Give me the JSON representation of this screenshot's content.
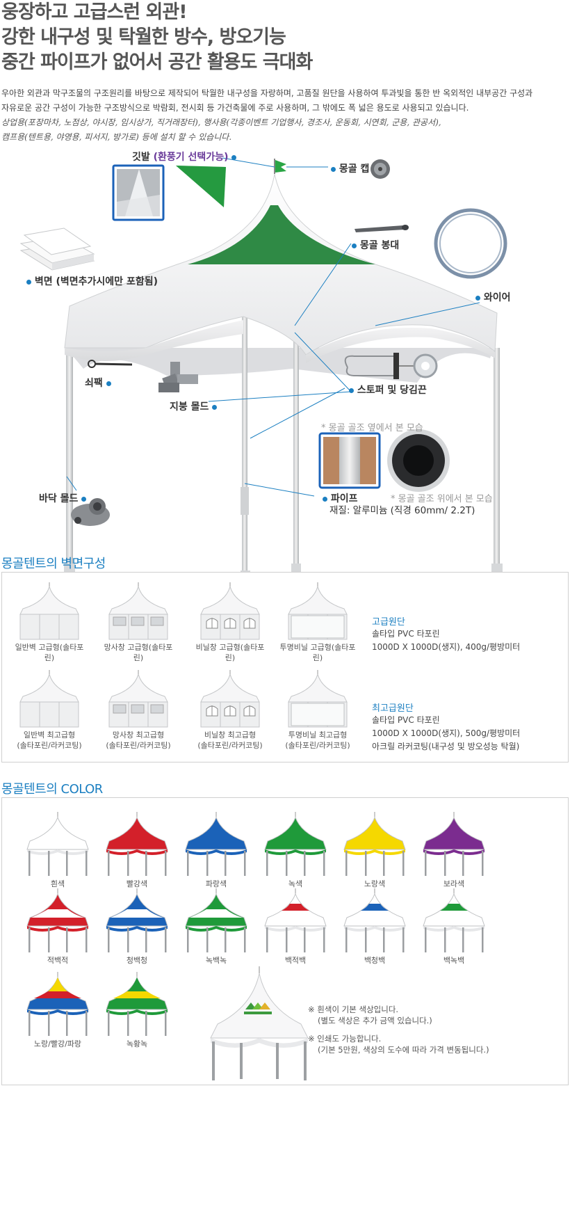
{
  "headline": [
    "웅장하고 고급스런 외관!",
    "강한 내구성 및 탁월한 방수, 방오기능",
    "중간 파이프가 없어서 공간 활용도 극대화"
  ],
  "intro": [
    "우아한 외관과 막구조물의 구조원리를 바탕으로 제작되어 탁월한 내구성을 자랑하며, 고품질 원단을 사용하여 투과빛을 통한 반 옥외적인 내부공간 구성과",
    "자유로운 공간 구성이 가능한 구조방식으로 박람회, 전시회 등 가건축물에 주로 사용하며, 그 밖에도 폭 넓은 용도로 사용되고 있습니다."
  ],
  "uses": [
    "상업용(포장마차, 노점상, 야시장, 임시상가, 직거래장터), 행사용(각종이벤트 기업행사, 경조사, 운동회, 시연회, 군용, 관공서),",
    "캠프용(텐트용, 야영용, 피서지, 방가로) 등에 설치 할 수 있습니다."
  ],
  "diagram": {
    "flag": {
      "label": "깃발 ",
      "highlight": "(환풍기 선택가능)"
    },
    "cap": "몽골 캡",
    "rod": "몽골 봉대",
    "wall": "벽면 (벽면추가시에만 포함됨)",
    "wire": "와이어",
    "peg": "쇠팩",
    "roof_mold": "지붕 몰드",
    "stopper": "스토퍼 및 당김끈",
    "side_note": "* 몽골 골조 옆에서 본 모습",
    "top_note": "* 몽골 골조 위에서 본 모습",
    "pipe": "파이프",
    "pipe_material": "재질: 알루미늄 (직경 60mm/ 2.2T)",
    "floor_mold": "바닥 몰드"
  },
  "walls": {
    "title": "몽골텐트의 벽면구성",
    "row1": [
      "일반벽 고급형(솔타포린)",
      "망사창 고급형(솔타포린)",
      "비닐창 고급형(솔타포린)",
      "투명비닐 고급형(솔타포린)"
    ],
    "row2": [
      [
        "일반벽 최고급형",
        "(솔타포린/라커코팅)"
      ],
      [
        "망사창 최고급형",
        "(솔타포린/라커코팅)"
      ],
      [
        "비닐창 최고급형",
        "(솔타포린/라커코팅)"
      ],
      [
        "투명비닐 최고급형",
        "(솔타포린/라커코팅)"
      ]
    ],
    "spec1": {
      "title": "고급원단",
      "lines": [
        "솔타입 PVC 타포린",
        "1000D X 1000D(생지), 400g/평방미터"
      ]
    },
    "spec2": {
      "title": "최고급원단",
      "lines": [
        "솔타입 PVC 타포린",
        "1000D X 1000D(생지), 500g/평방미터",
        "아크릴 라커코팅(내구성 및 방오성능 탁월)"
      ]
    }
  },
  "colors": {
    "title": "몽골텐트의 COLOR",
    "items": [
      {
        "name": "흰색",
        "c1": "#ffffff",
        "c2": "#ffffff",
        "stripe": "none"
      },
      {
        "name": "빨강색",
        "c1": "#d3202a",
        "c2": "#d3202a",
        "stripe": "none"
      },
      {
        "name": "파랑색",
        "c1": "#1b62b8",
        "c2": "#1b62b8",
        "stripe": "none"
      },
      {
        "name": "녹색",
        "c1": "#1f9a3a",
        "c2": "#1f9a3a",
        "stripe": "none"
      },
      {
        "name": "노랑색",
        "c1": "#f5d800",
        "c2": "#f5d800",
        "stripe": "none"
      },
      {
        "name": "보라색",
        "c1": "#7b2c8f",
        "c2": "#7b2c8f",
        "stripe": "none"
      },
      {
        "name": "적백적",
        "c1": "#d3202a",
        "c2": "#d3202a",
        "stripe": "mid"
      },
      {
        "name": "청백청",
        "c1": "#1b62b8",
        "c2": "#1b62b8",
        "stripe": "mid"
      },
      {
        "name": "녹백녹",
        "c1": "#1f9a3a",
        "c2": "#1f9a3a",
        "stripe": "mid"
      },
      {
        "name": "백적백",
        "c1": "#d3202a",
        "c2": "#ffffff",
        "stripe": "band"
      },
      {
        "name": "백청백",
        "c1": "#1b62b8",
        "c2": "#ffffff",
        "stripe": "band"
      },
      {
        "name": "백녹백",
        "c1": "#1f9a3a",
        "c2": "#ffffff",
        "stripe": "band"
      },
      {
        "name": "노랑/빨강/파랑",
        "c1": "#f5d800",
        "c2": "#1b62b8",
        "stripe": "tri",
        "c3": "#d3202a"
      },
      {
        "name": "녹황녹",
        "c1": "#1f9a3a",
        "c2": "#1f9a3a",
        "stripe": "tri",
        "c3": "#f5d800"
      }
    ],
    "notes": [
      [
        "※ 흰색이 기본 색상입니다.",
        "(별도 색상은 추가 금액 있습니다.)"
      ],
      [
        "※ 인쇄도 가능합니다.",
        "(기본 5만원, 색상의 도수에 따라 가격 변동됩니다.)"
      ]
    ]
  }
}
